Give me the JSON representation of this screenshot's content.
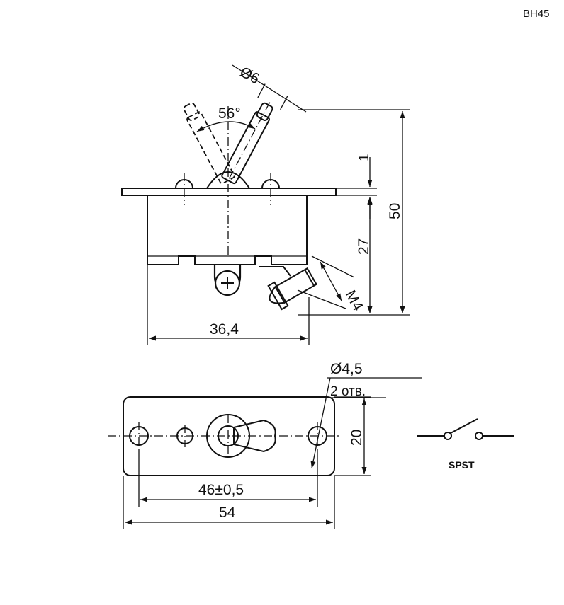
{
  "model": "BH45",
  "dimensions": {
    "toggle_diameter": "Ø6",
    "angle": "56°",
    "plate_thickness": "1",
    "total_height": "50",
    "body_height": "27",
    "terminal_thread": "M4",
    "body_width": "36,4",
    "hole_diameter": "Ø4,5",
    "hole_count": "2 отв.",
    "plate_height": "20",
    "hole_spacing": "46±0,5",
    "plate_width": "54"
  },
  "schematic": {
    "label": "SPST"
  }
}
